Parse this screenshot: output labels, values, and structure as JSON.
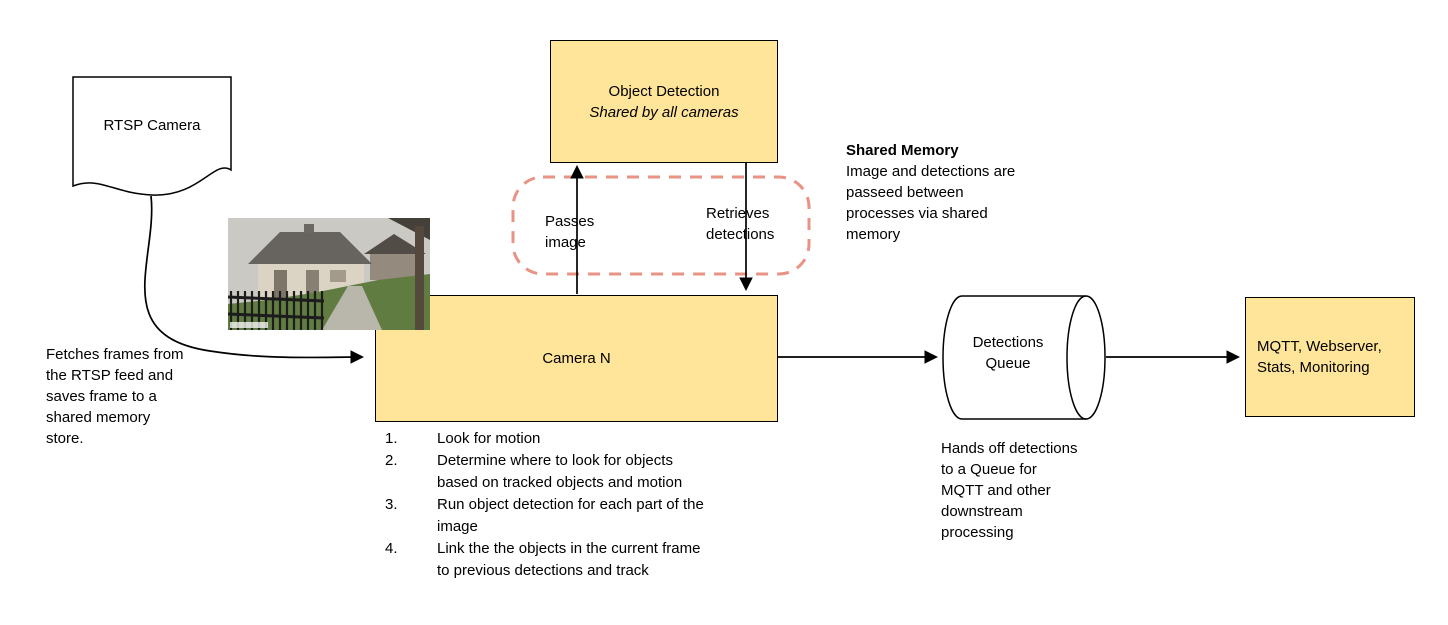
{
  "colors": {
    "node_fill": "#ffe599",
    "node_border": "#000000",
    "shared_memory_outline": "#e89384",
    "arrow": "#000000",
    "canvas_background": "#ffffff"
  },
  "nodes": {
    "rtsp_camera": {
      "label": "RTSP Camera"
    },
    "object_detection": {
      "title": "Object Detection",
      "subtitle": "Shared by all cameras"
    },
    "camera_n": {
      "label": "Camera N"
    },
    "detections_queue": {
      "label": "Detections\nQueue"
    },
    "outputs": {
      "label": "MQTT, Webserver,\nStats, Monitoring"
    }
  },
  "edge_labels": {
    "passes_image": "Passes\nimage",
    "retrieves_detections": "Retrieves\ndetections"
  },
  "annotations": {
    "shared_memory_title": "Shared Memory",
    "shared_memory_body": "Image and detections are\npasseed between\nprocesses via shared\nmemory",
    "rtsp_note": "Fetches frames from\nthe RTSP feed and\nsaves frame to a\nshared memory\nstore.",
    "queue_note": "Hands off detections\nto a Queue for\nMQTT and other\ndownstream\nprocessing"
  },
  "camera_steps": [
    {
      "num": "1.",
      "text": "Look for motion"
    },
    {
      "num": "2.",
      "text": "Determine where to look for objects\nbased on tracked objects and motion"
    },
    {
      "num": "3.",
      "text": "Run object detection for each part of the\nimage"
    },
    {
      "num": "4.",
      "text": "Link the the objects in the current frame\nto previous detections and track"
    }
  ]
}
